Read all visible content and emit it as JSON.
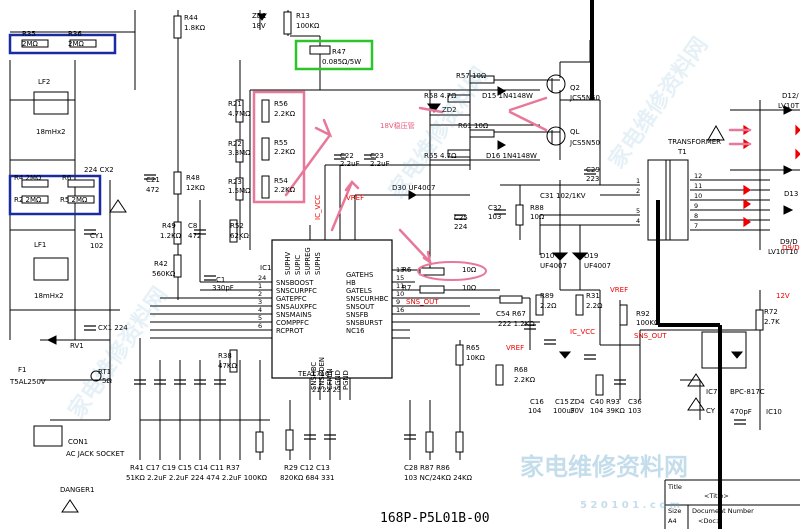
{
  "labels": {
    "r35": "R35",
    "r35_val": "2MΩ",
    "r36": "R36",
    "r36_val": "2MΩ",
    "lf2": "LF2",
    "lf2_val": "18mHx2",
    "cy2": "224 CX2",
    "r4": "R4 2MΩ",
    "r6": "R6",
    "r2": "R2 2MΩ",
    "r5": "R5 2MΩ",
    "cy1": "CY1",
    "cy1_val": "102",
    "lf1": "LF1",
    "lf1_val": "18mHx2",
    "cx1": "CX1 224",
    "rv1": "RV1",
    "rt1": "RT1",
    "rt1_val": "5Ω",
    "f1": "F1",
    "f1_val": "T5AL250V",
    "con1": "CON1",
    "ac_jack": "AC JACK SOCKET",
    "danger1": "DANGER1",
    "r44": "R44",
    "r44_val": "1.8KΩ",
    "zd1": "ZD1",
    "zd1_val": "18V",
    "r13": "R13",
    "r13_val": "100KΩ",
    "r47": "R47",
    "r47_val": "0.085Ω/5W",
    "r21": "R21",
    "r21_val": "4.7MΩ",
    "r22": "R22",
    "r22_val": "3.3MΩ",
    "r23": "R23",
    "r23_val": "1.5MΩ",
    "r56": "R56",
    "r56_val": "2.2KΩ",
    "r55": "R55",
    "r55_val": "2.2KΩ",
    "r54": "R54",
    "r54_val": "2.2KΩ",
    "c21": "C21",
    "c21_val": "472",
    "r48": "R48",
    "r48_val": "12KΩ",
    "r49": "R49",
    "r49_val": "1.2KΩ",
    "c8": "C8",
    "c8_val": "472",
    "r52": "R52",
    "r52_val": "62KΩ",
    "r42": "R42",
    "r42_val": "560KΩ",
    "c1": "C1",
    "c1_val": "330pF",
    "r38": "R38",
    "r38_val": "47KΩ",
    "c22": "C22",
    "c22_val": "2.2uF",
    "c23": "C23",
    "c23_val": "2.2uF",
    "d30": "D30 UF4007",
    "c25": "C25",
    "c25_val": "224",
    "r57": "R57 10Ω",
    "r58": "R58 4.7Ω",
    "d15": "D15 1N4148W",
    "zd2": "ZD2",
    "r61": "R61 10Ω",
    "r65": "R65 4.7Ω",
    "d16": "D16 1N4148W",
    "q2": "Q2",
    "q2_part": "JCS5N50",
    "q1": "QL",
    "q1_part": "JCS5N50",
    "c29": "C29",
    "c29_val": "223",
    "c31": "C31 102/1KV",
    "c32": "C32",
    "c32_val": "103",
    "r88": "R88",
    "r88_val": "10Ω",
    "d10": "D10",
    "d10_part": "UF4007",
    "d19": "D19",
    "d19_part": "UF4007",
    "r6_val": "10Ω",
    "r7": "R7",
    "r7_val": "10Ω",
    "r89": "R89",
    "r89_val": "2.2Ω",
    "r31": "R31",
    "r31_val": "2.2Ω",
    "c54": "C54 R67",
    "c54_val": "222 1.2KΩ",
    "r92": "R92",
    "r92_val": "100KΩ",
    "r65b": "R65",
    "r65b_val": "10KΩ",
    "r68": "R68",
    "r68_val": "2.2KΩ",
    "r72": "R72",
    "r72_val": "2.7K",
    "c16": "C16",
    "c16_val": "104",
    "c15": "C15",
    "c15_val": "100uF",
    "zd4": "ZD4",
    "zd4_val": "30V",
    "c40": "C40",
    "c40_val": "104",
    "r93": "R93",
    "r93_val": "39KΩ",
    "c36": "C36",
    "c36_val": "103",
    "transformer": "TRANSFORMER",
    "t1": "T1",
    "bpc": "BPC-817C",
    "c_470p": "470pF",
    "ic7": "IC7",
    "cy": "CY",
    "ic10": "IC10",
    "d12": "D12/",
    "lv10t": "LV10T",
    "d13": "D13",
    "d9": "D9/D",
    "lv10t_2": "LV10T10",
    "pin1": "1",
    "pin2": "2",
    "pin5": "5",
    "pin4": "4",
    "pin12": "12",
    "pin11": "11",
    "pin10": "10",
    "pin9": "9",
    "pin8": "8",
    "pin7": "7",
    "bottom_refs_1": "R41 C17  C19 C15 C14 C11  R37",
    "bottom_vals_1": "51KΩ 2.2uF 2.2uF 224 474 2.2uF 100KΩ",
    "bottom_refs_2": "R29  C12  C13",
    "bottom_vals_2": "820KΩ 684  331",
    "bottom_refs_3": "C28  R87    R86",
    "bottom_vals_3": "103  NC/24KΩ 24KΩ"
  },
  "ic1": {
    "ref": "IC1",
    "part": "TEA1716T",
    "left": [
      "SNSBOOST",
      "SNSCURPFC",
      "GATEPFC",
      "SNSAUXPFC",
      "SNSMAINS",
      "COMPPFC",
      "RCPROT"
    ],
    "right": [
      "GATEHS",
      "HB",
      "GATELS",
      "SNSCURHBC",
      "SNSOUT",
      "SNSFB",
      "SNSBURST",
      "NC16"
    ],
    "nums_left": [
      "24",
      "1",
      "2",
      "3",
      "4",
      "5",
      "6"
    ],
    "nums_right": [
      "13",
      "15",
      "11",
      "10",
      "9",
      "16"
    ],
    "top": [
      "SUPHV",
      "SUPIC",
      "SUPREG",
      "SUPHS"
    ],
    "bottom": [
      "SNSHBC",
      "SNSBDEN",
      "CFMIN",
      "SGND",
      "PGND"
    ],
    "bottom_nums": "21 22 23"
  },
  "red": {
    "vref": "VREF",
    "sns_out": "SNS_OUT",
    "ic_vcc": "IC_VCC",
    "v12": "12V",
    "d9": "D9/D",
    "zd_note": "18V稳压管"
  },
  "titleblock": {
    "title_label": "Title",
    "title_value": "<Title>",
    "size_label": "Size",
    "size_value": "A4",
    "docnum_label": "Document Number",
    "docnum_value": "<Doc>",
    "board": "168P-P5L01B-00"
  },
  "watermark": {
    "cn": "家电维修资料网",
    "url": "5 2 0 1 0 1 . c o m",
    "diag": "家电维修资料网"
  },
  "colors": {
    "blue_box": "#1a2aa0",
    "green_box": "#2bc42b",
    "pink_box": "#e8789a",
    "red_text": "#e00000"
  }
}
